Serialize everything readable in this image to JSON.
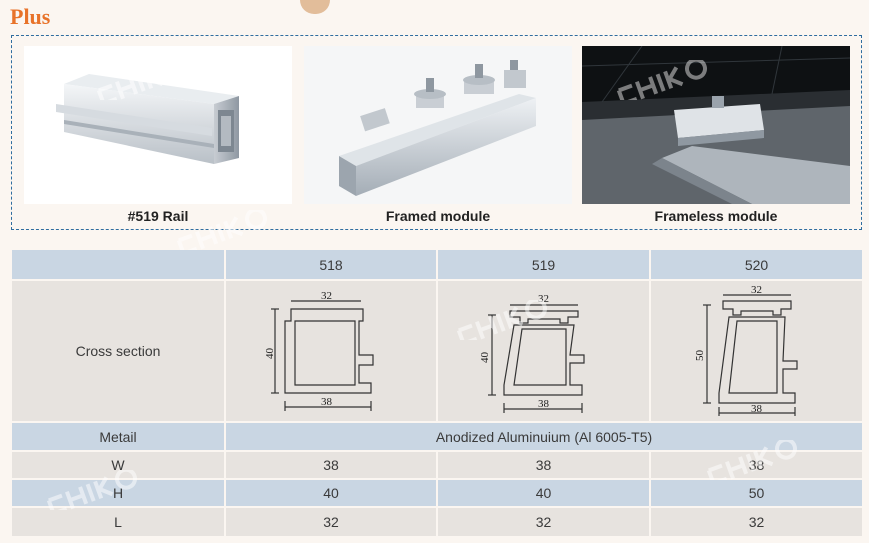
{
  "page": {
    "title": "Plus"
  },
  "gallery": [
    {
      "caption": "#519 Rail",
      "image": "extruded-aluminium-rail"
    },
    {
      "caption": "Framed module",
      "image": "framed-module-clamps-on-rail"
    },
    {
      "caption": "Frameless module",
      "image": "frameless-module-clamp-on-rail"
    }
  ],
  "spec_table": {
    "models": [
      "518",
      "519",
      "520"
    ],
    "cross_section_label": "Cross section",
    "sections": [
      {
        "top": "32",
        "height": "40",
        "bottom": "38"
      },
      {
        "top": "32",
        "height": "40",
        "bottom": "38"
      },
      {
        "top": "32",
        "height": "50",
        "bottom": "38"
      }
    ],
    "material_label": "Metail",
    "material_value": "Anodized Aluminuium (Al 6005-T5)",
    "rows": [
      {
        "label": "W",
        "values": [
          "38",
          "38",
          "38"
        ]
      },
      {
        "label": "H",
        "values": [
          "40",
          "40",
          "50"
        ]
      },
      {
        "label": "L",
        "values": [
          "32",
          "32",
          "32"
        ]
      }
    ]
  },
  "watermark": "CHIKO",
  "colors": {
    "accent_title": "#e8732a",
    "dashed_border": "#2f6d9f",
    "header_cell": "#c9d6e3",
    "body_cell": "#e7e3df",
    "background": "#fbf6f1"
  }
}
